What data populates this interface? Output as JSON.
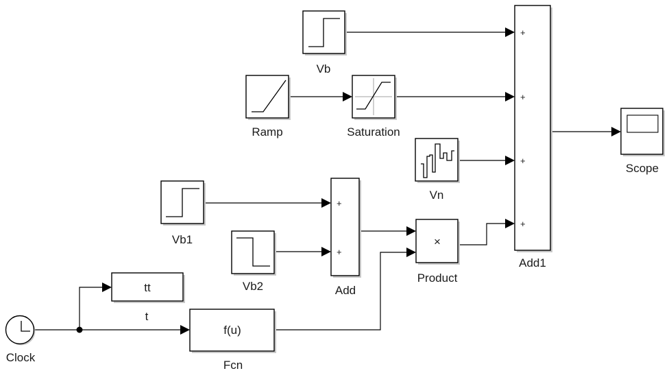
{
  "diagram": {
    "type": "simulink-model",
    "blocks": {
      "vb": {
        "label": "Vb",
        "type": "step"
      },
      "ramp": {
        "label": "Ramp",
        "type": "ramp"
      },
      "saturation": {
        "label": "Saturation",
        "type": "saturation"
      },
      "vn": {
        "label": "Vn",
        "type": "random-number"
      },
      "add1": {
        "label": "Add1",
        "type": "sum",
        "ports": [
          "+",
          "+",
          "+",
          "+"
        ]
      },
      "scope": {
        "label": "Scope",
        "type": "scope"
      },
      "vb1": {
        "label": "Vb1",
        "type": "step"
      },
      "vb2": {
        "label": "Vb2",
        "type": "step-down"
      },
      "add": {
        "label": "Add",
        "type": "sum",
        "ports": [
          "+",
          "+"
        ]
      },
      "product": {
        "label": "Product",
        "type": "product",
        "symbol": "×"
      },
      "tt": {
        "label": "",
        "text": "tt",
        "type": "to-workspace"
      },
      "clock": {
        "label": "Clock",
        "type": "clock"
      },
      "fcn": {
        "label": "Fcn",
        "text": "f(u)",
        "type": "fcn"
      }
    },
    "signal_labels": {
      "t": "t"
    },
    "connections": [
      {
        "from": "Vb",
        "to": "Add1:1"
      },
      {
        "from": "Ramp",
        "to": "Saturation"
      },
      {
        "from": "Saturation",
        "to": "Add1:2"
      },
      {
        "from": "Vn",
        "to": "Add1:3"
      },
      {
        "from": "Product",
        "to": "Add1:4"
      },
      {
        "from": "Add1",
        "to": "Scope"
      },
      {
        "from": "Vb1",
        "to": "Add:1"
      },
      {
        "from": "Vb2",
        "to": "Add:2"
      },
      {
        "from": "Add",
        "to": "Product:1"
      },
      {
        "from": "Fcn",
        "to": "Product:2"
      },
      {
        "from": "Clock",
        "to": "tt"
      },
      {
        "from": "Clock",
        "to": "Fcn",
        "signal": "t"
      }
    ]
  }
}
